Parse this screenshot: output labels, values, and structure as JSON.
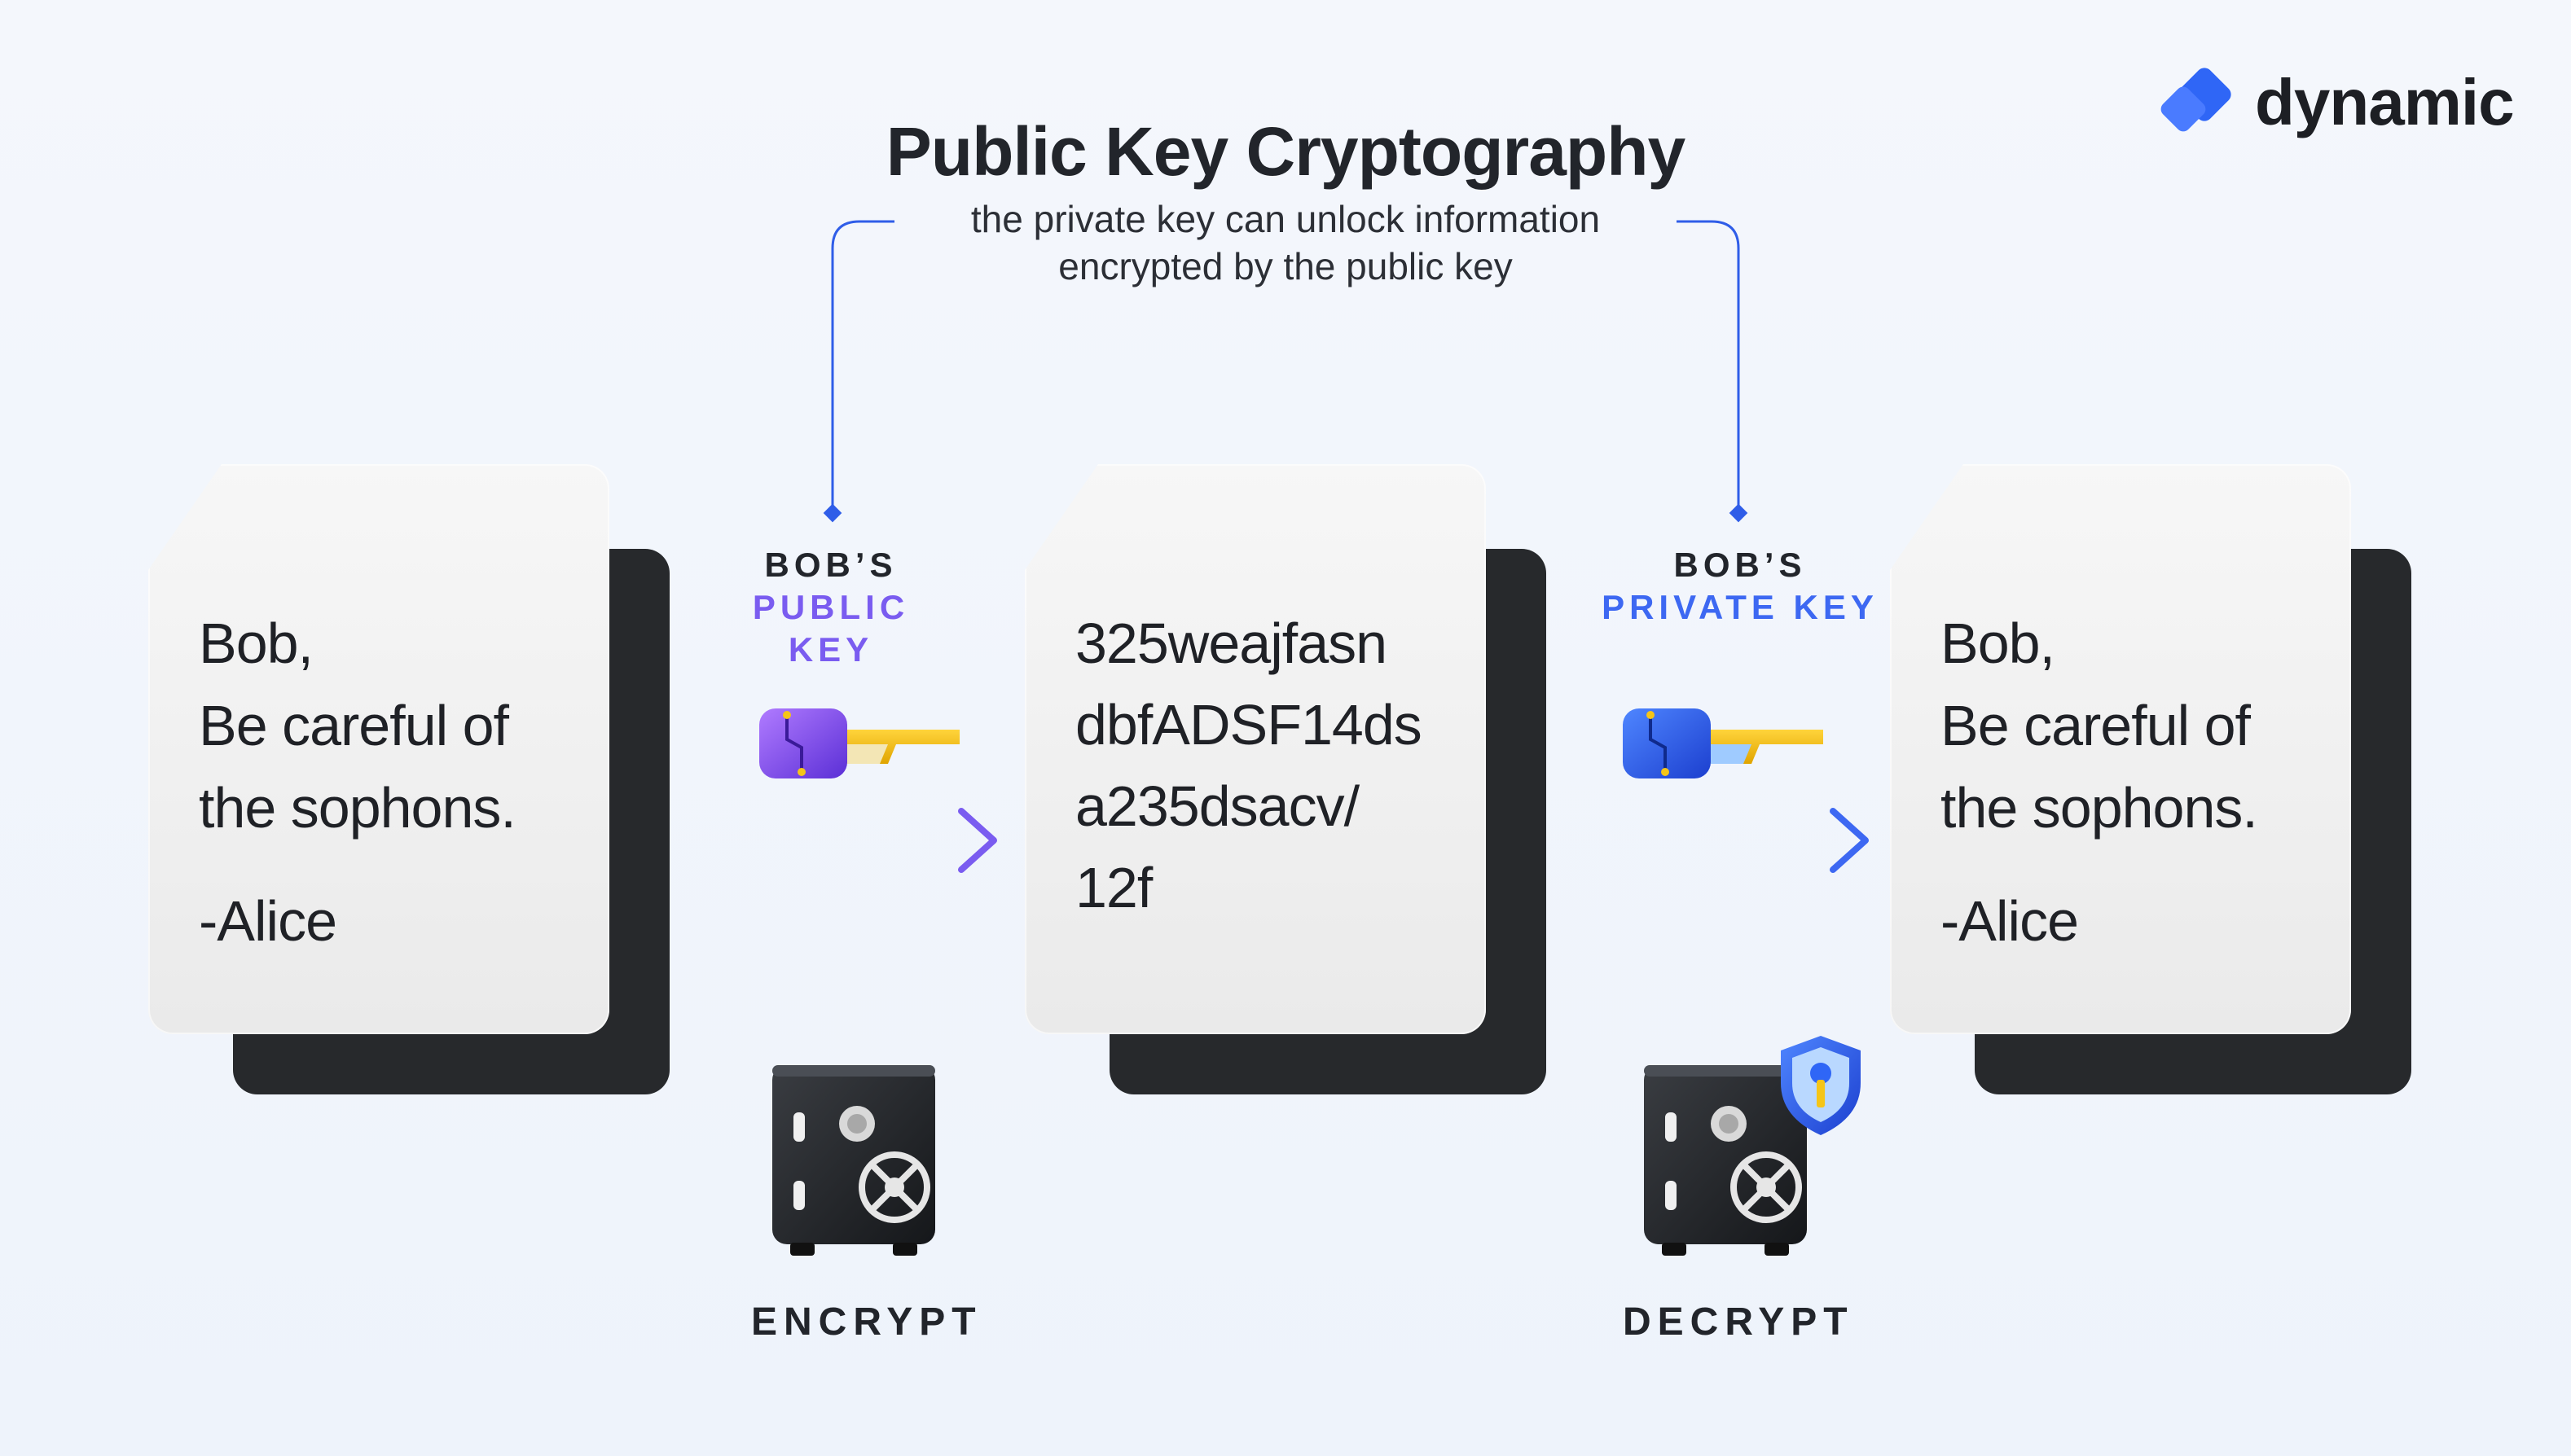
{
  "brand": {
    "name": "dynamic"
  },
  "header": {
    "title": "Public Key Cryptography",
    "subtitle_line1": "the private key can unlock information",
    "subtitle_line2": "encrypted by the public key"
  },
  "documents": {
    "plain_left": {
      "line1": "Bob,",
      "line2": "Be careful of",
      "line3": "the sophons.",
      "signature": "-Alice"
    },
    "cipher": {
      "line1": "325weajfasn",
      "line2": "dbfADSF14ds",
      "line3": "a235dsacv/",
      "line4": "12f"
    },
    "plain_right": {
      "line1": "Bob,",
      "line2": "Be careful of",
      "line3": "the sophons.",
      "signature": "-Alice"
    }
  },
  "keys": {
    "public": {
      "owner": "BOB’S",
      "name": "PUBLIC KEY",
      "color": "#7a5cf0"
    },
    "private": {
      "owner": "BOB’S",
      "name": "PRIVATE KEY",
      "color": "#3d68f2"
    }
  },
  "steps": {
    "encrypt": "ENCRYPT",
    "decrypt": "DECRYPT"
  },
  "colors": {
    "brand_blue": "#2f66f6",
    "connector_blue": "#2f5de8"
  },
  "icons": {
    "key": "key-icon",
    "safe": "safe-icon",
    "shield": "shield-icon",
    "arrow": "arrow-right-icon"
  }
}
